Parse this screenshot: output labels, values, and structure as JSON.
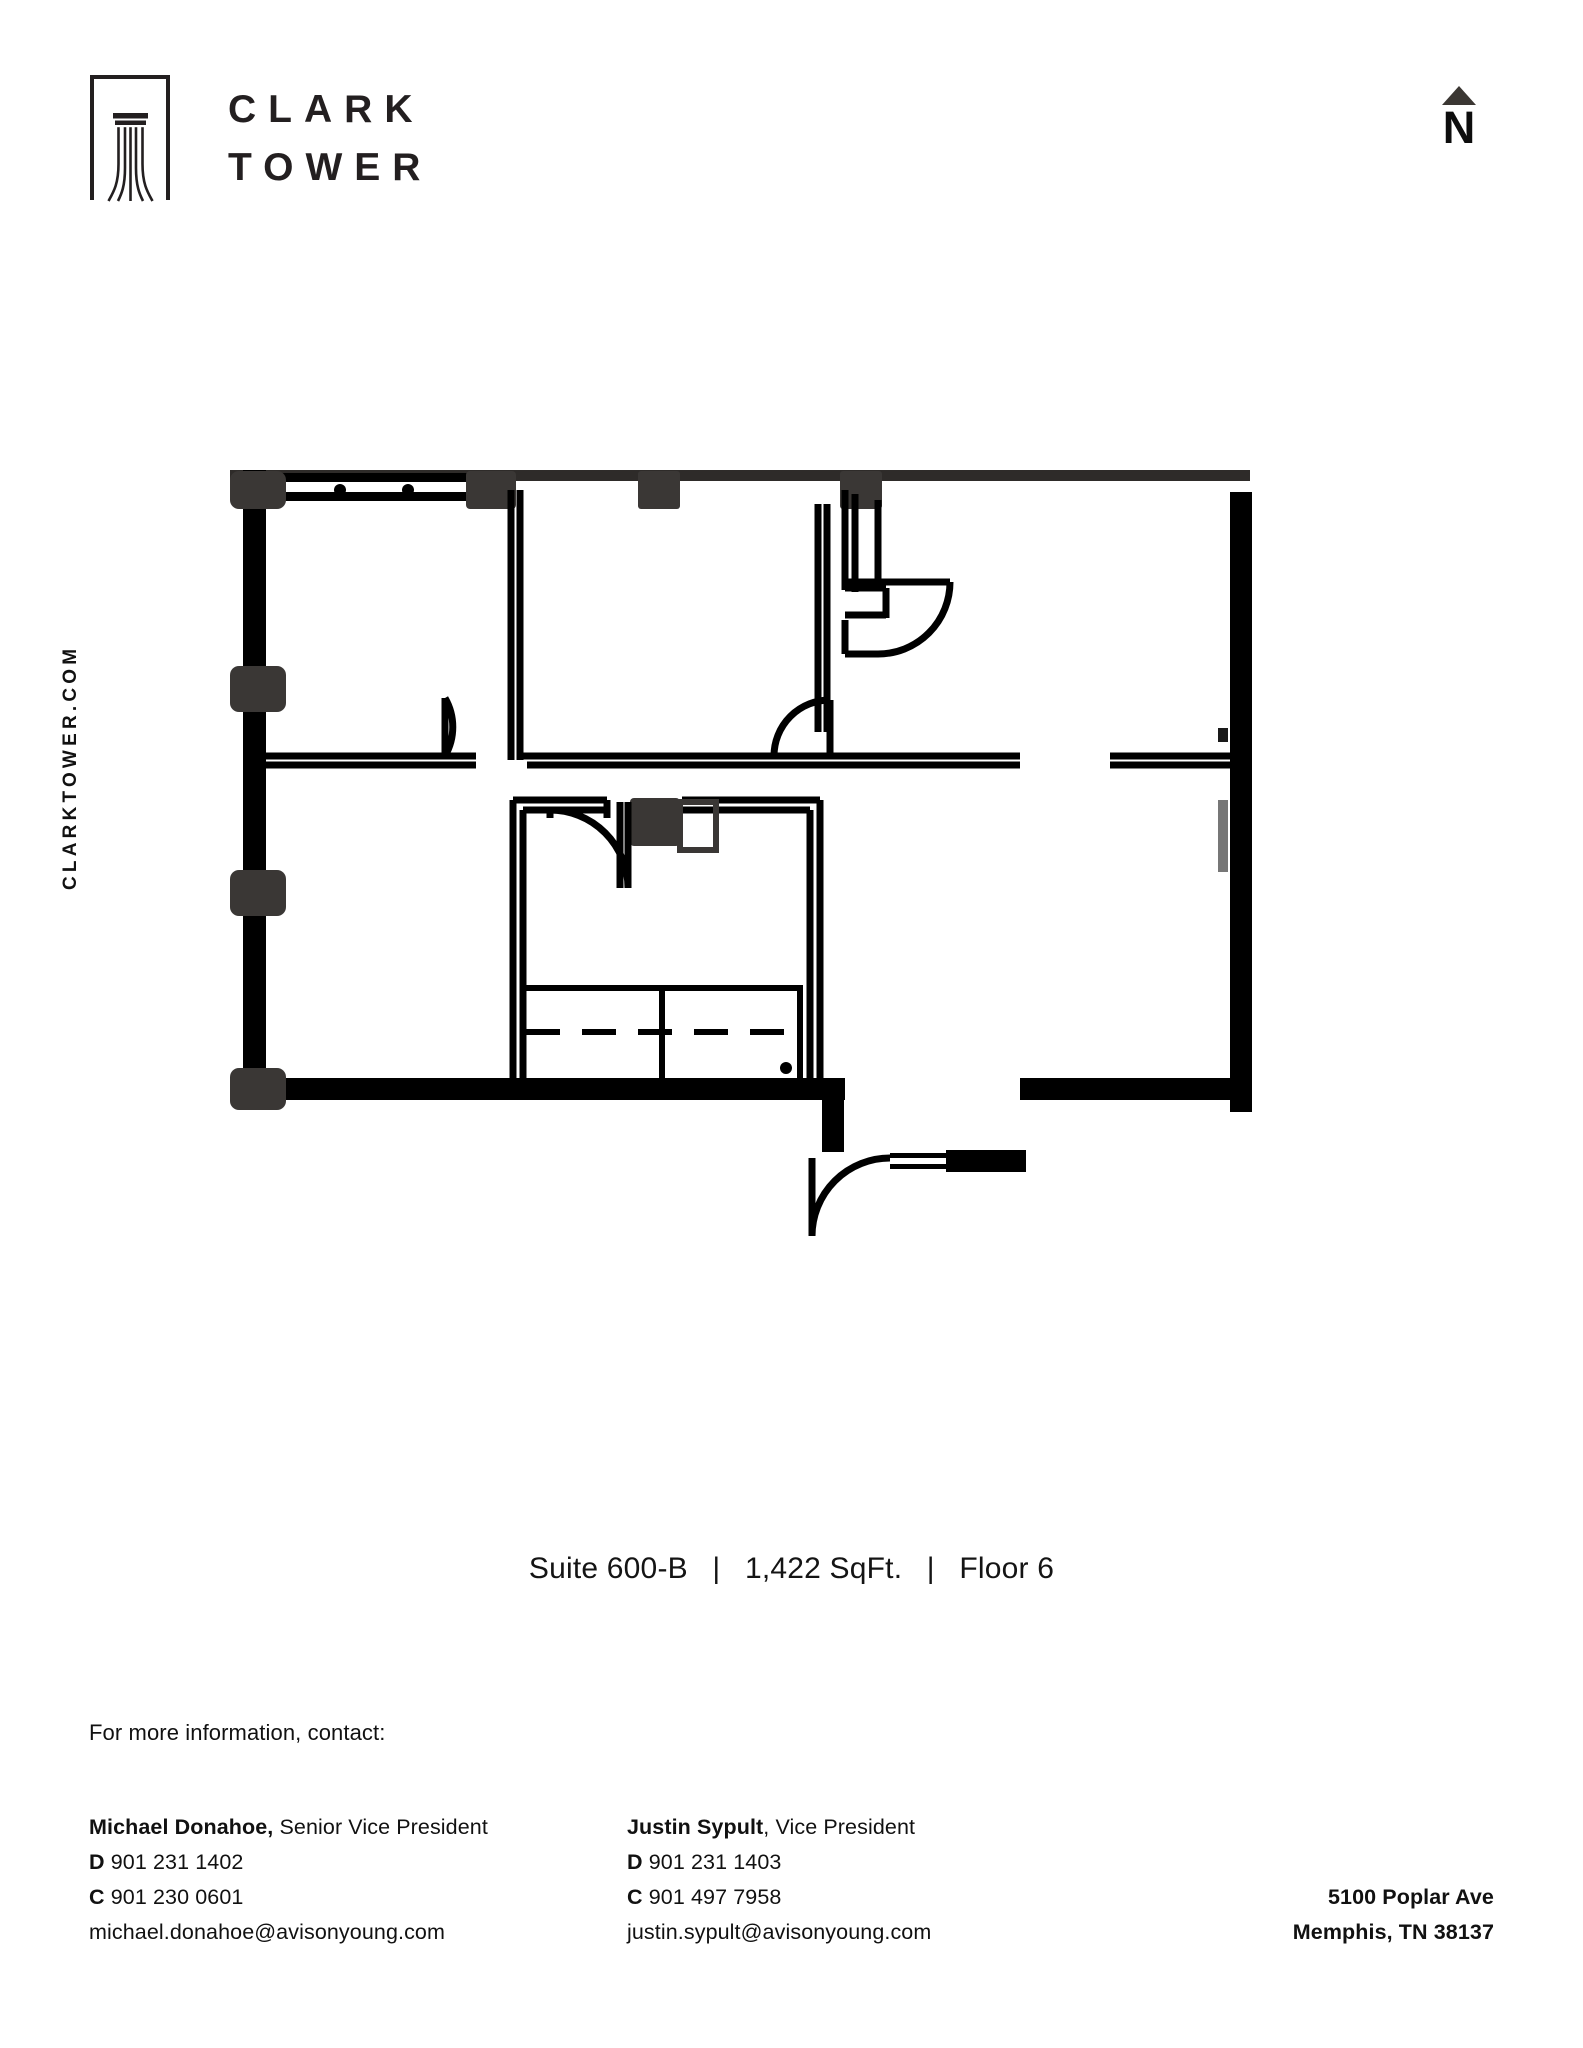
{
  "header": {
    "logo_line1": "CLARK",
    "logo_line2": "TOWER",
    "logo_mark_name": "clark-tower-column-mark",
    "north_label": "N"
  },
  "sidebar": {
    "vertical_url": "CLARKTOWER.COM"
  },
  "plan": {
    "suite": "Suite 600-B",
    "sqft": "1,422 SqFt.",
    "floor": "Floor 6",
    "separator": "|"
  },
  "footer": {
    "prompt": "For more information, contact:",
    "contacts": [
      {
        "name": "Michael Donahoe,",
        "title": " Senior Vice President",
        "direct_label": "D",
        "direct": "901 231 1402",
        "cell_label": "C",
        "cell": "901 230 0601",
        "email": "michael.donahoe@avisonyoung.com"
      },
      {
        "name": "Justin Sypult",
        "title": ", Vice President",
        "direct_label": "D",
        "direct": "901 231 1403",
        "cell_label": "C",
        "cell": "901 497 7958",
        "email": "justin.sypult@avisonyoung.com"
      }
    ],
    "address_line1": "5100 Poplar Ave",
    "address_line2": "Memphis, TN 38137"
  },
  "colors": {
    "ink": "#111111",
    "wall": "#000000",
    "column": "#3a3735",
    "paper": "#ffffff"
  }
}
